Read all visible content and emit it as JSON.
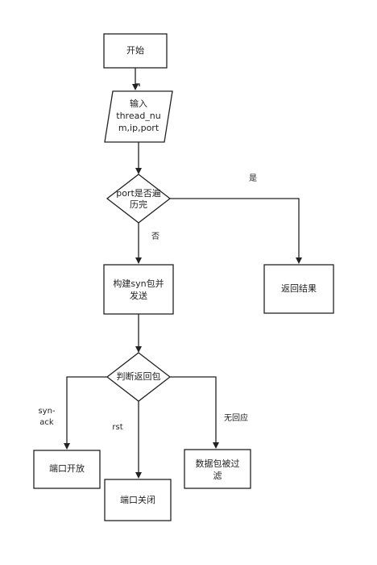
{
  "flowchart": {
    "nodes": {
      "start": {
        "lines": [
          "开始"
        ]
      },
      "input": {
        "lines": [
          "输入",
          "thread_nu",
          "m,ip,port"
        ]
      },
      "decision_ports": {
        "lines": [
          "port是否遍",
          "历完"
        ]
      },
      "return_result": {
        "lines": [
          "返回结果"
        ]
      },
      "build_syn": {
        "lines": [
          "构建syn包并",
          "发送"
        ]
      },
      "decision_response": {
        "lines": [
          "判断返回包"
        ]
      },
      "port_open": {
        "lines": [
          "端口开放"
        ]
      },
      "port_closed": {
        "lines": [
          "端口关闭"
        ]
      },
      "filtered": {
        "lines": [
          "数据包被过",
          "滤"
        ]
      }
    },
    "edges": {
      "yes": {
        "lines": [
          "是"
        ]
      },
      "no": {
        "lines": [
          "否"
        ]
      },
      "syn_ack": {
        "lines": [
          "syn-",
          "ack"
        ]
      },
      "rst": {
        "lines": [
          "rst"
        ]
      },
      "no_response": {
        "lines": [
          "无回应"
        ]
      }
    }
  }
}
